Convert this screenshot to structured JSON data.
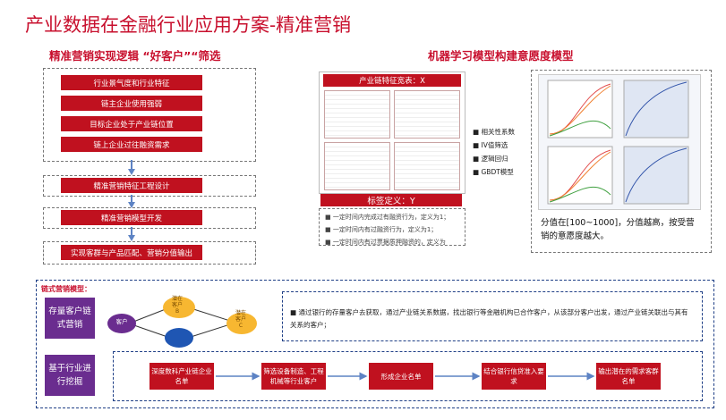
{
  "title": "产业数据在金融行业应用方案-精准营销",
  "left_section": {
    "title": "精准营销实现逻辑 “好客户”“筛选",
    "group_items": [
      "行业景气度和行业特征",
      "链主企业使用强弱",
      "目标企业处于产业链位置",
      "链上企业过往融资需求"
    ],
    "steps": [
      "精准营销特征工程设计",
      "精准营销模型开发",
      "实现客群与产品匹配、营销分值输出"
    ]
  },
  "right_section": {
    "title": "机器学习模型构建意愿度模型",
    "feature_header": "产业链特征宽表：X",
    "label_header": "标签定义：Y",
    "label_items": [
      "一定时间内完成过有融资行为，定义为1；",
      "一定时间内有过融资行为，定义为1；",
      "一定时间内有过票据质押融资的，定义为"
    ],
    "methods": [
      "相关性系数",
      "IV值筛选",
      "逻辑回归",
      "GBDT模型"
    ],
    "score_note": "分值在[100~1000]，分值越高，按受营销的意愿度越大。"
  },
  "bottom_section": {
    "title": "链式营销模型：",
    "row1_label": "存量客户链式营销",
    "row2_label": "基于行业进行挖掘",
    "nodes": {
      "center": "客户",
      "top": "潜在客户B",
      "right": "潜在客户C"
    },
    "desc": "通过银行的存量客户去获取，通过产业链关系数据，找出银行等金融机构已合作客户，从该部分客户出发，通过产业链关联出与其有关系的客户；",
    "flow": [
      "深度数科产业链企业名单",
      "筛选设备制造、工程机械等行业客户",
      "形成企业名单",
      "结合银行信贷准入要求",
      "输出潜在的需求客群名单"
    ]
  },
  "colors": {
    "red": "#c0111f",
    "purple": "#6a2d8f",
    "blue": "#1f3f86",
    "yellow": "#f7b731"
  }
}
